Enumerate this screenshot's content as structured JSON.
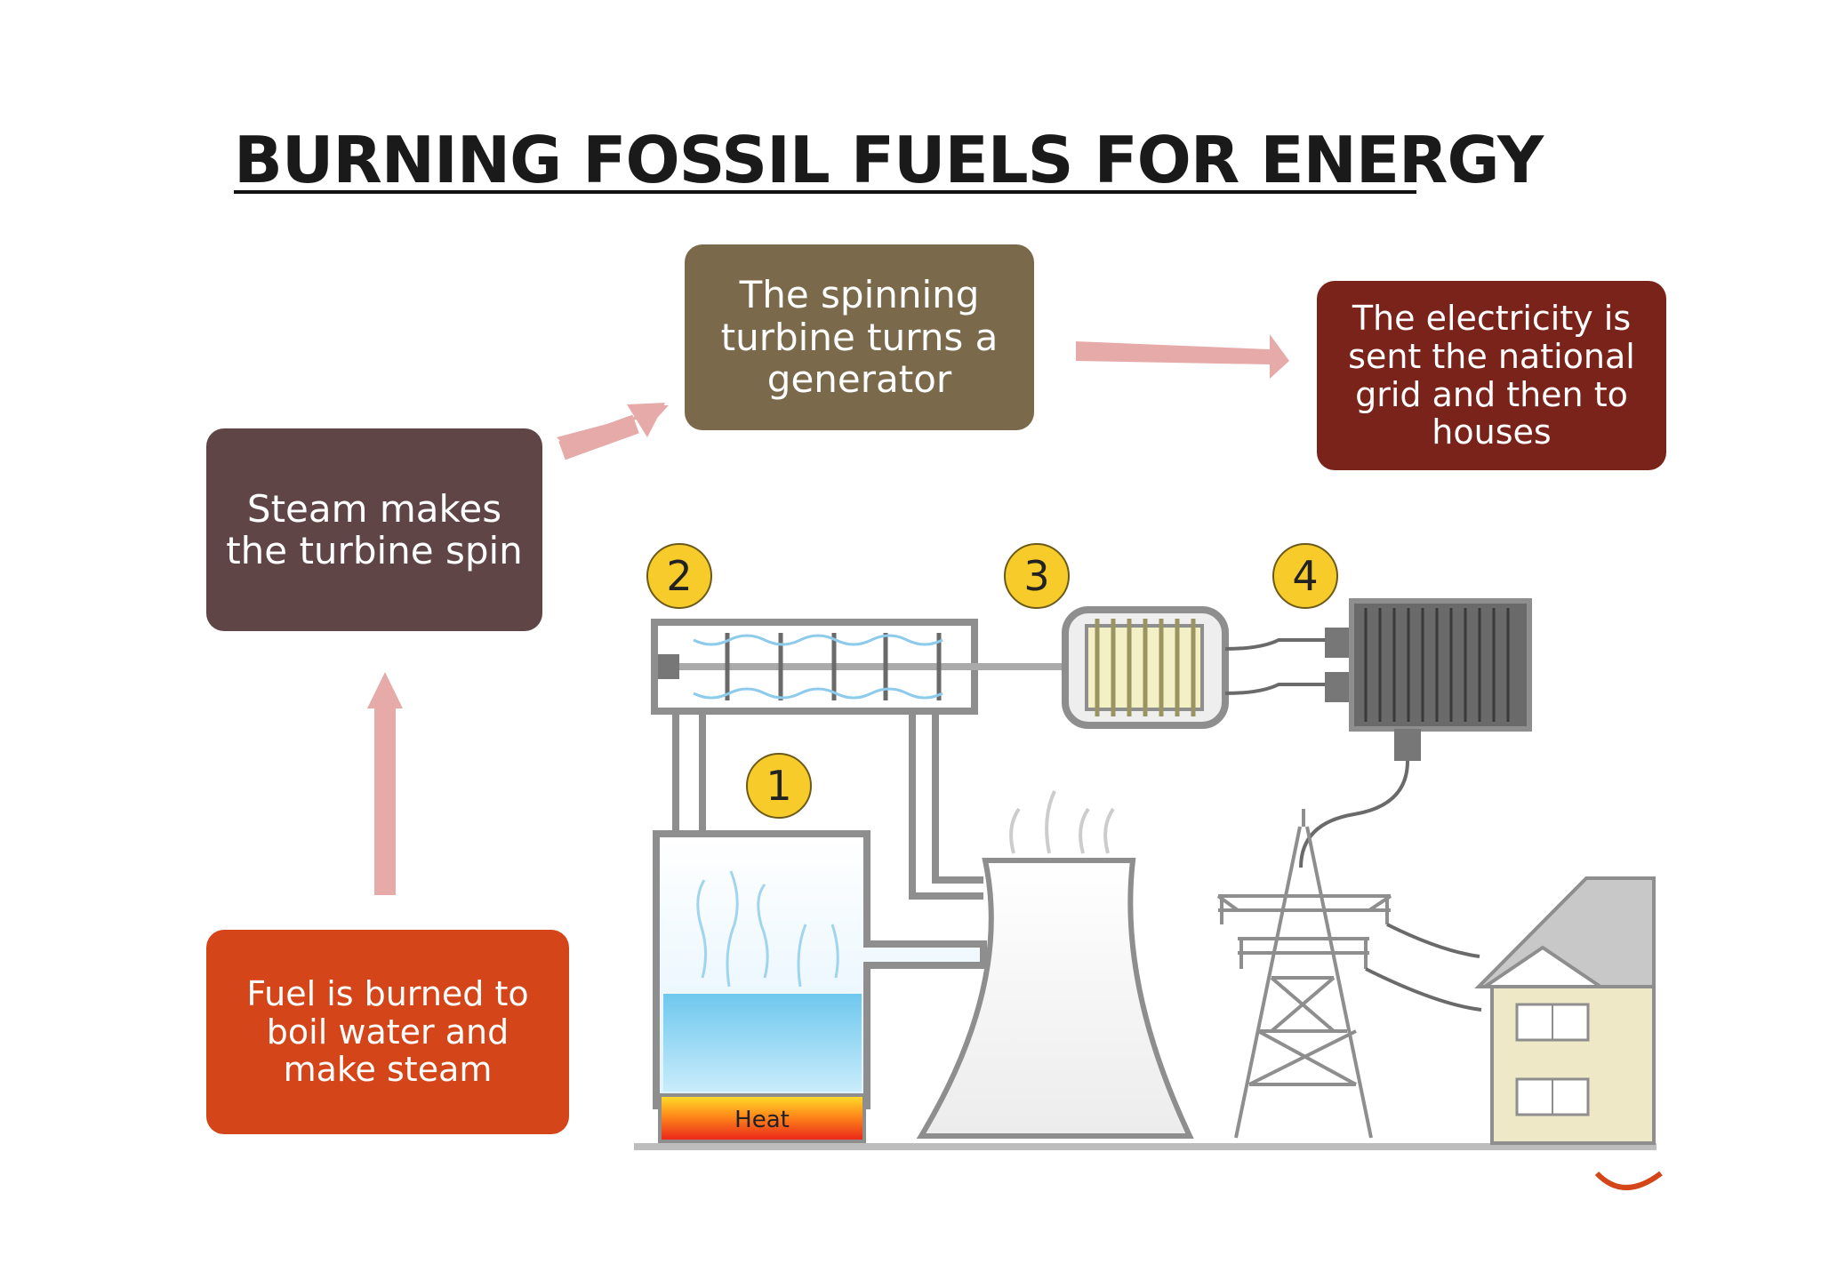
{
  "title": "BURNING FOSSIL FUELS FOR ENERGY",
  "steps": {
    "fuel": "Fuel is burned to boil water and make steam",
    "steam": "Steam makes the turbine spin",
    "turbine": "The spinning turbine turns a generator",
    "electricity": "The electricity is sent the national grid and then to houses"
  },
  "diagram": {
    "markers": [
      "1",
      "2",
      "3",
      "4"
    ],
    "heat_label": "Heat"
  },
  "colors": {
    "fuel_box": "#d4461a",
    "steam_box": "#5f4546",
    "turbine_box": "#7a6a4b",
    "electricity_box": "#7a231b",
    "arrow": "#e6aaa9",
    "marker": "#f7cc2a"
  }
}
